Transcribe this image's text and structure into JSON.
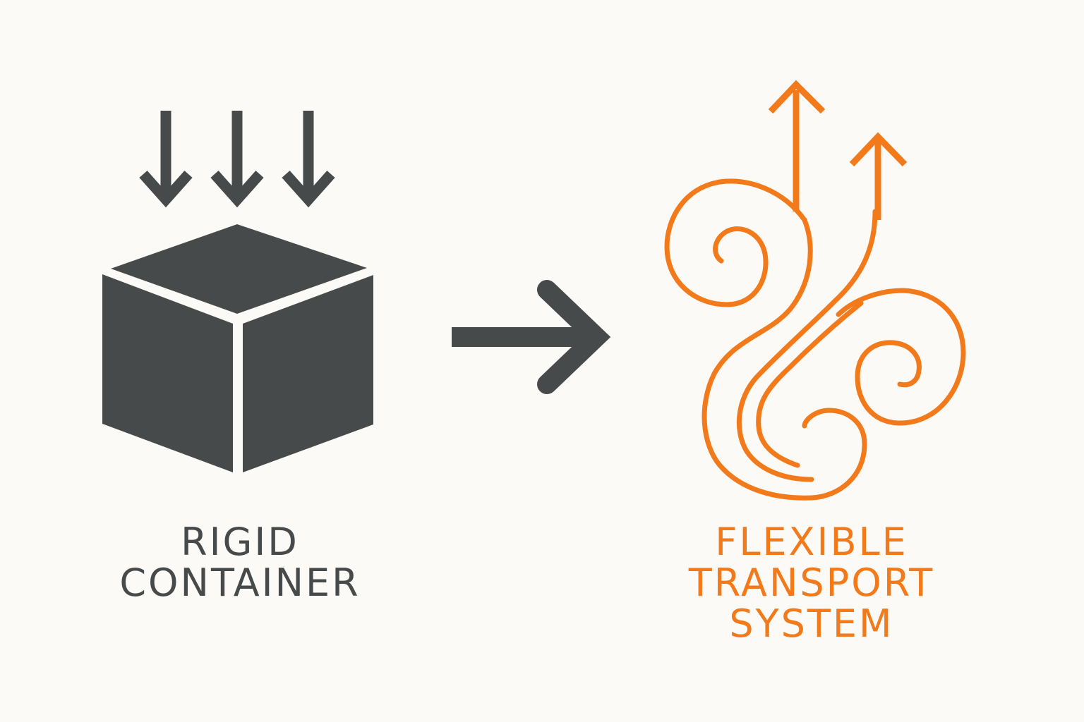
{
  "left": {
    "caption_line1": "RIGID",
    "caption_line2": "CONTAINER",
    "color": "#474a4b",
    "icons": [
      "down-arrow-icon",
      "down-arrow-icon",
      "down-arrow-icon",
      "cube-icon"
    ]
  },
  "transition": {
    "icon": "right-arrow-icon",
    "color": "#474a4b"
  },
  "right": {
    "caption_line1": "FLEXIBLE",
    "caption_line2": "TRANSPORT",
    "caption_line3": "SYSTEM",
    "color": "#f27a1a",
    "icons": [
      "swirl-flow-icon",
      "up-arrow-icon",
      "up-arrow-icon"
    ]
  },
  "background": "#fcfaf6"
}
